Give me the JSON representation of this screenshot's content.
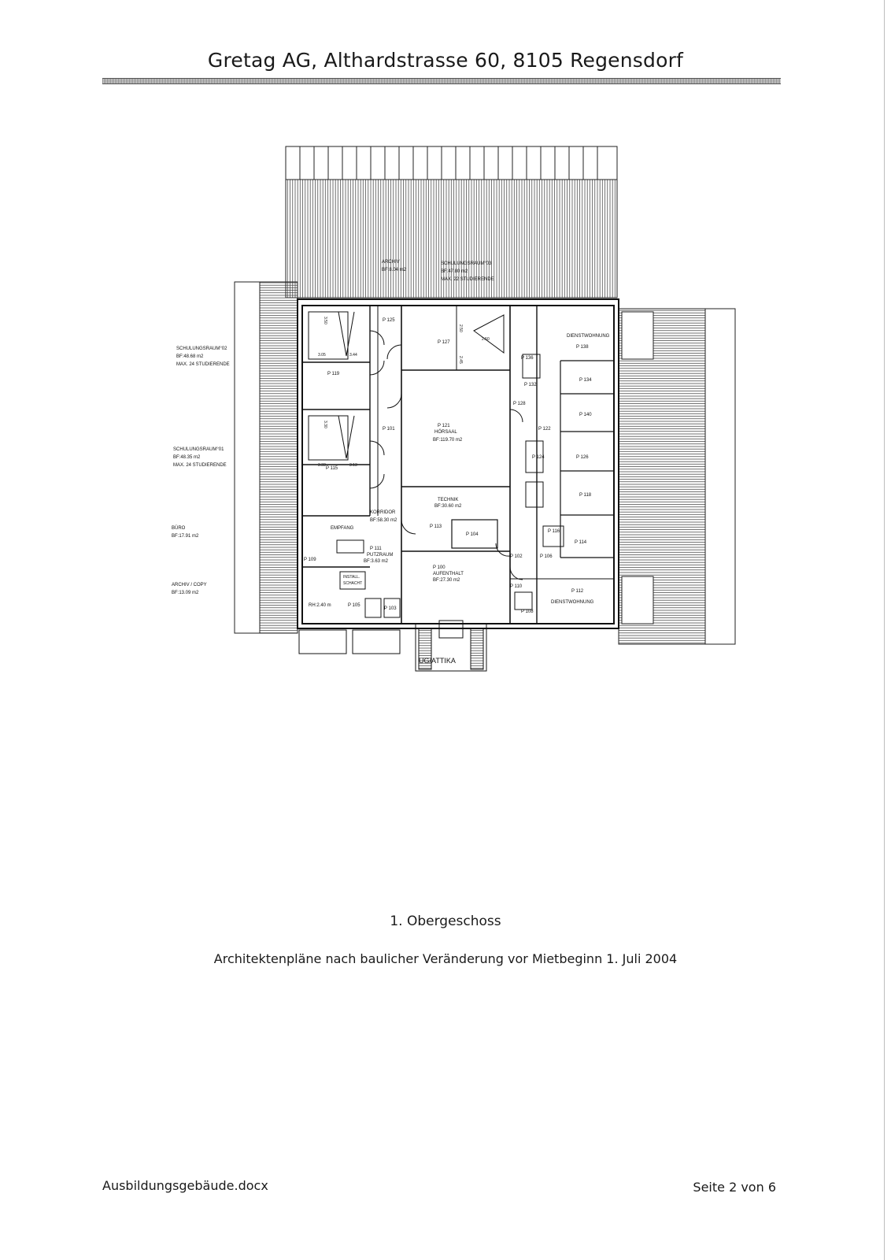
{
  "header": {
    "title": "Gretag AG, Althardstrasse 60, 8105 Regensdorf"
  },
  "plan": {
    "outer_labels": {
      "archiv": [
        "ARCHIV",
        "BF:8.04 m2"
      ],
      "schulung03": [
        "SCHULUNGSRAUM°03",
        "BF:47.80 m2",
        "MAX. 22 STUDIERENDE"
      ],
      "schulung02": [
        "SCHULUNGSRAUM°02",
        "BF:48.68 m2",
        "MAX. 24 STUDIERENDE"
      ],
      "schulung01": [
        "SCHULUNGSRAUM°01",
        "BF:48.35 m2",
        "MAX. 24 STUDIERENDE"
      ],
      "buero": [
        "BÜRO",
        "BF:17.91 m2"
      ],
      "archiv_copy": [
        "ARCHIV / COPY",
        "BF:13.09 m2"
      ]
    },
    "rooms": {
      "p125": "P 125",
      "p127": "P 127",
      "p119": "P 119",
      "p101": "P 101",
      "p115": "P 115",
      "p121": [
        "P 121",
        "HÖRSAAL",
        "BF:119.70 m2"
      ],
      "technik": [
        "TECHNIK",
        "BF:30.60 m2"
      ],
      "korridor": [
        "KORRIDOR",
        "BF:58.30 m2"
      ],
      "empfang": "EMPFANG",
      "p113": "P 113",
      "p104": "P 104",
      "p111": [
        "P 111",
        "PUTZRAUM",
        "BF:3.63 m2"
      ],
      "p109": "P 109",
      "install": [
        "INSTALL.",
        "SCHACHT"
      ],
      "rh": "RH:2.40 m",
      "p105": "P 105",
      "p103": "P 103",
      "p100": [
        "P 100",
        "AUFENTHALT",
        "BF:27.30 m2"
      ],
      "p102": "P 102",
      "p106": "P 106",
      "dienst1": [
        "DIENSTWOHNUNG",
        "P 138"
      ],
      "p136": "P 136",
      "p132": "P 132",
      "p128": "P 128",
      "p134": "P 134",
      "p140": "P 140",
      "p122": "P 122",
      "p124": "P 124",
      "p126": "P 126",
      "p118": "P 118",
      "p116": "P 116",
      "p114": "P 114",
      "p110": "P 110",
      "p108": "P 108",
      "dienst2": [
        "P 112",
        "DIENSTWOHNUNG"
      ],
      "ug": "UG/ATTIKA"
    },
    "dimensions": [
      "3.50",
      "3.05",
      "3.44",
      "3.30",
      "3.33",
      "3.13",
      "2.50",
      "2.50",
      "2.45"
    ]
  },
  "captions": {
    "floor": "1. Obergeschoss",
    "note": "Architektenpläne nach baulicher Veränderung vor Mietbeginn 1. Juli 2004"
  },
  "footer": {
    "filename": "Ausbildungsgebäude.docx",
    "page": "Seite 2 von 6"
  }
}
